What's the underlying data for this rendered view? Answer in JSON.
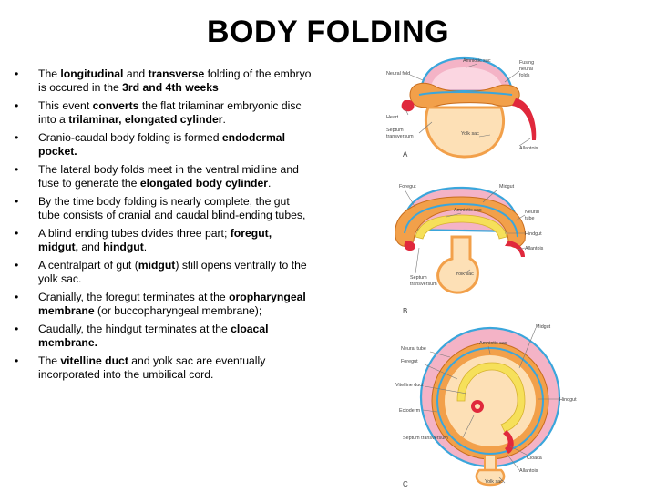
{
  "slide": {
    "title": "BODY FOLDING",
    "bullets": [
      [
        [
          "The ",
          false
        ],
        [
          "longitudinal",
          true
        ],
        [
          " and ",
          false
        ],
        [
          "transverse",
          true
        ],
        [
          " folding of the embryo is occured in the ",
          false
        ],
        [
          "3rd and 4th weeks",
          true
        ]
      ],
      [
        [
          "This event ",
          false
        ],
        [
          "converts",
          true
        ],
        [
          " the flat trilaminar embryonic disc into a ",
          false
        ],
        [
          "trilaminar, elongated cylinder",
          true
        ],
        [
          ".",
          false
        ]
      ],
      [
        [
          "Cranio-caudal body folding is formed ",
          false
        ],
        [
          "endodermal pocket.",
          true
        ]
      ],
      [
        [
          "The lateral body folds meet in the ventral midline and fuse to generate the ",
          false
        ],
        [
          "elongated body cylinder",
          true
        ],
        [
          ".",
          false
        ]
      ],
      [
        [
          "By the time body folding is nearly complete, the gut tube consists of cranial and caudal blind-ending tubes,",
          false
        ]
      ],
      [
        [
          "A blind ending tubes dvides three part; ",
          false
        ],
        [
          "foregut, midgut,",
          true
        ],
        [
          " and ",
          false
        ],
        [
          "hindgut",
          true
        ],
        [
          ".",
          false
        ]
      ],
      [
        [
          "A centralpart of gut (",
          false
        ],
        [
          "midgut",
          true
        ],
        [
          ") still opens ventrally to the yolk sac.",
          false
        ]
      ],
      [
        [
          "Cranially, the foregut terminates at the ",
          false
        ],
        [
          "oropharyngeal membrane",
          true
        ],
        [
          " (or buccopharyngeal membrane);",
          false
        ]
      ],
      [
        [
          "Caudally, the hindgut terminates at the ",
          false
        ],
        [
          "cloacal membrane.",
          true
        ]
      ],
      [
        [
          "The ",
          false
        ],
        [
          "vitelline duct",
          true
        ],
        [
          " and yolk sac are eventually incorporated into the umbilical cord.",
          false
        ]
      ]
    ]
  },
  "figure": {
    "panel_a": {
      "letter": "A",
      "labels": {
        "neural_fold": "Neural fold",
        "amniotic_sac": "Amniotic sac",
        "fusing": "Fusing",
        "neural": "neural",
        "folds": "folds",
        "heart": "Heart",
        "septum": "Septum",
        "transversum": "transversum",
        "yolk_sac": "Yolk sac",
        "allantois": "Allantois"
      }
    },
    "panel_b": {
      "letter": "B",
      "labels": {
        "foregut": "Foregut",
        "midgut": "Midgut",
        "amniotic_sac": "Amniotic sac",
        "neural": "Neural",
        "tube": "tube",
        "hindgut": "Hindgut",
        "allantois": "Allantois",
        "septum": "Septum",
        "transversum": "transversum",
        "yolk_sac": "Yolk sac"
      }
    },
    "panel_c": {
      "letter": "C",
      "labels": {
        "midgut": "Midgut",
        "neural_tube": "Neural tube",
        "amniotic_sac": "Amniotic sac",
        "foregut": "Foregut",
        "vitelline_duct": "Vitelline duct",
        "hindgut": "Hindgut",
        "ectoderm": "Ectoderm",
        "septum_transversum": "Septum transversum",
        "cloaca": "Cloaca",
        "yolk_sac": "Yolk sac",
        "allantois": "Allantois"
      }
    },
    "colors": {
      "ectoderm_blue": "#3aa6dc",
      "tissue_orange": "#f2a04a",
      "tissue_light": "#fde0b6",
      "amnion_pink": "#f4b3c6",
      "endoderm_yellow": "#f6e05a",
      "heart_red": "#e0283c",
      "label_gray": "#444444"
    }
  }
}
